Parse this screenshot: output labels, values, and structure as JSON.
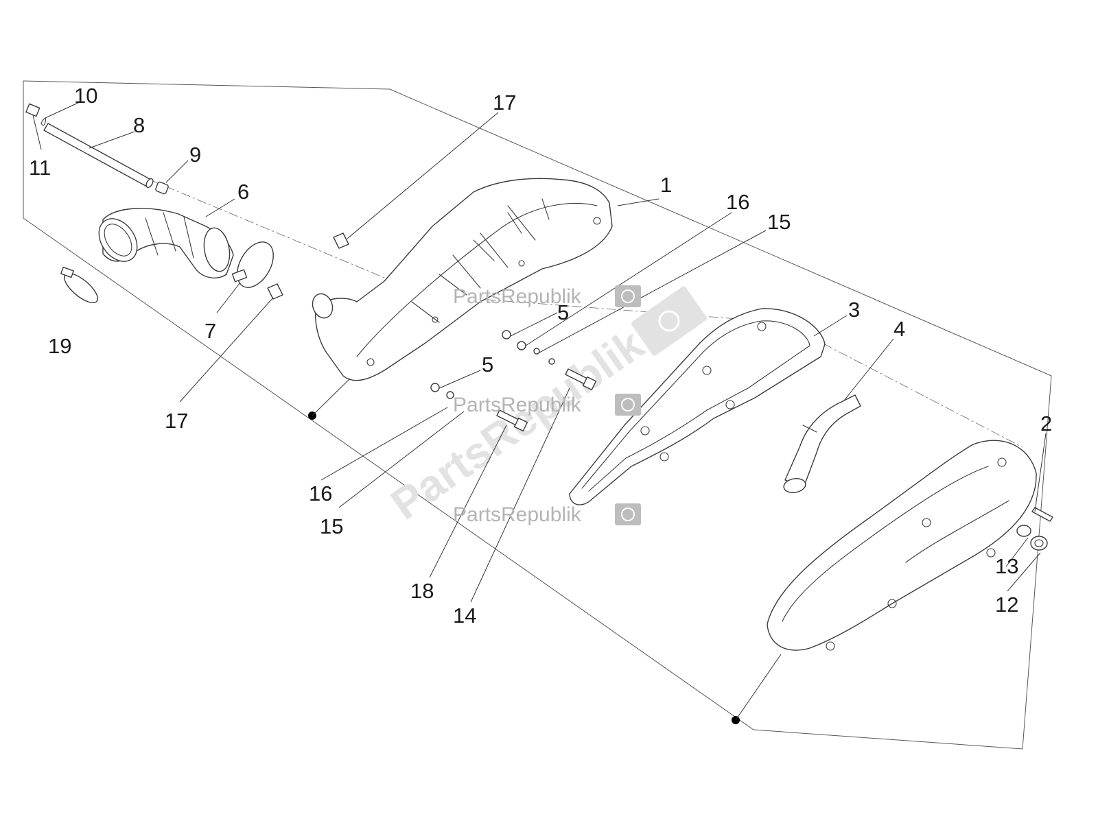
{
  "diagram": {
    "callouts": [
      {
        "id": "c10",
        "label": "10"
      },
      {
        "id": "c11",
        "label": "11"
      },
      {
        "id": "c8",
        "label": "8"
      },
      {
        "id": "c9",
        "label": "9"
      },
      {
        "id": "c6",
        "label": "6"
      },
      {
        "id": "c19",
        "label": "19"
      },
      {
        "id": "c7",
        "label": "7"
      },
      {
        "id": "c17a",
        "label": "17"
      },
      {
        "id": "c17b",
        "label": "17"
      },
      {
        "id": "c1",
        "label": "1"
      },
      {
        "id": "c16a",
        "label": "16"
      },
      {
        "id": "c15a",
        "label": "15"
      },
      {
        "id": "c5a",
        "label": "5"
      },
      {
        "id": "c5b",
        "label": "5"
      },
      {
        "id": "c3",
        "label": "3"
      },
      {
        "id": "c4",
        "label": "4"
      },
      {
        "id": "c2",
        "label": "2"
      },
      {
        "id": "c16b",
        "label": "16"
      },
      {
        "id": "c15b",
        "label": "15"
      },
      {
        "id": "c18",
        "label": "18"
      },
      {
        "id": "c14",
        "label": "14"
      },
      {
        "id": "c13",
        "label": "13"
      },
      {
        "id": "c12",
        "label": "12"
      }
    ],
    "watermarks": [
      {
        "id": "wm1",
        "text": "PartsRepublik"
      },
      {
        "id": "wm2",
        "text": "PartsRepublik"
      },
      {
        "id": "wm3",
        "text": "PartsRepublik"
      },
      {
        "id": "wm4",
        "text": "PartsRepublik"
      }
    ],
    "icons": {
      "watermark_logo": "gear-icon",
      "reference_marker": "black-dot"
    }
  }
}
